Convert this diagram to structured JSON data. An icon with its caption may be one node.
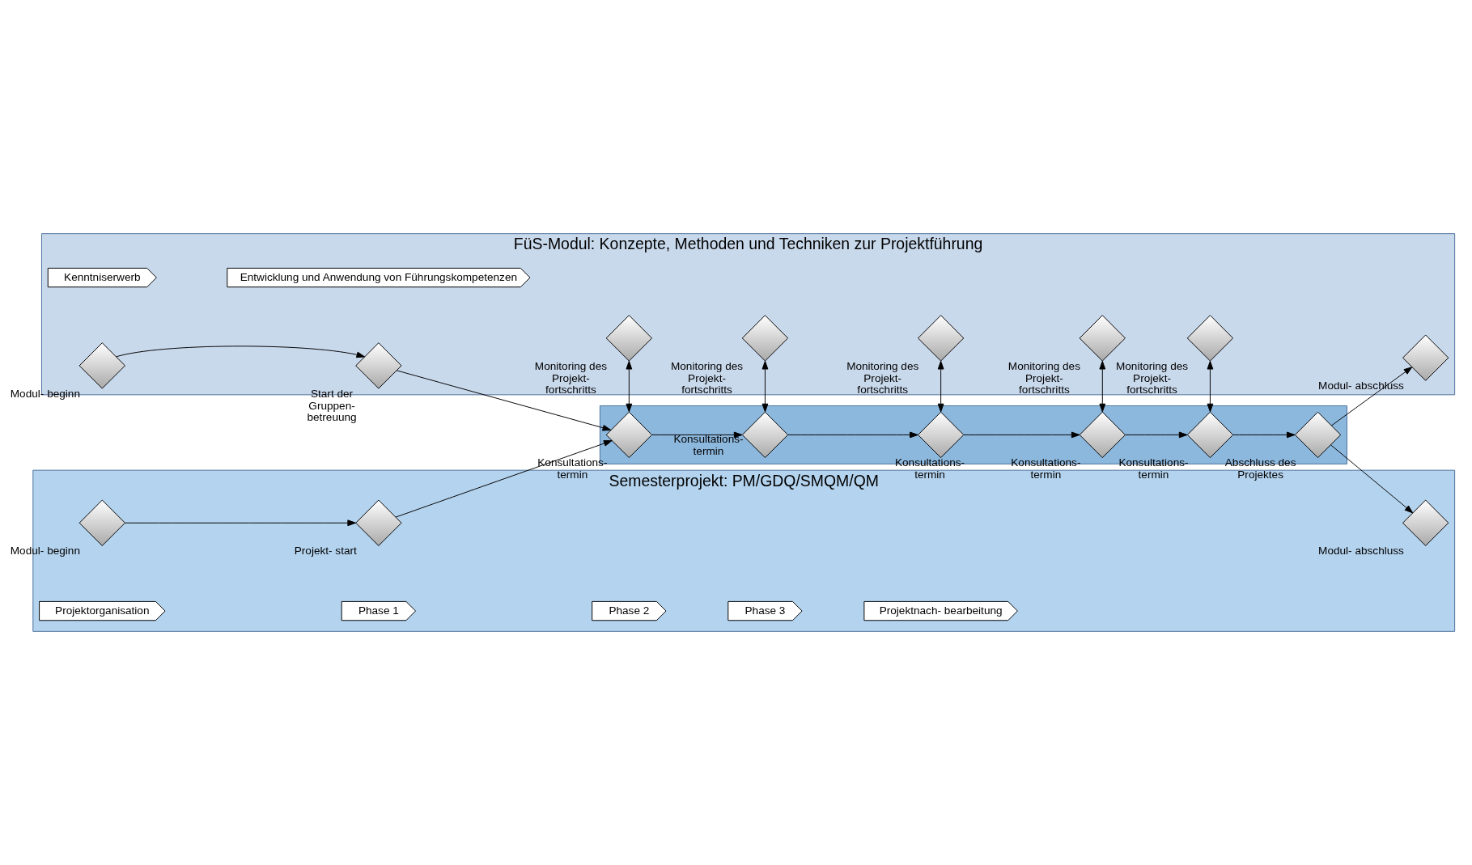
{
  "diagram": {
    "nodes": [
      {
        "text": [
          "FüS-Modul: Konzepte, Methoden und Techniken zur Projektführung"
        ]
      },
      {
        "text": [
          "Kenntniserwerb"
        ],
        "in": 0
      },
      {
        "text": [
          "Entwicklung und Anwendung von Führungskompetenzen"
        ],
        "in": 0
      },
      {
        "text": [],
        "shape": "diamond",
        "beside": [
          "Modul- beginn"
        ],
        "in": 0
      },
      {
        "text": [],
        "shape": "diamond",
        "beside": [
          "Start der Gruppen- betreuung"
        ],
        "in": 0
      },
      {
        "text": [],
        "shape": "diamond",
        "beside": [
          "Monitoring des Projekt- fortschritts"
        ],
        "in": 0
      },
      {
        "text": [],
        "shape": "diamond",
        "beside": [
          "Monitoring des Projekt- fortschritts"
        ],
        "in": 0
      },
      {
        "text": [],
        "shape": "diamond",
        "beside": [
          "Monitoring des Projekt- fortschritts"
        ],
        "in": 0
      },
      {
        "text": [],
        "shape": "diamond",
        "beside": [
          "Monitoring des Projekt- fortschritts"
        ],
        "in": 0
      },
      {
        "text": [],
        "shape": "diamond",
        "beside": [
          "Monitoring des Projekt- fortschritts"
        ],
        "in": 0
      },
      {
        "text": [],
        "shape": "diamond",
        "beside": [
          "Modul- abschluss"
        ],
        "in": 0
      },
      {
        "text": [],
        "shape": "box"
      },
      {
        "text": [],
        "shape": "diamond",
        "beside": [
          "Konsultations- termin"
        ],
        "in": 11
      },
      {
        "text": [],
        "shape": "diamond",
        "beside": [
          "Konsultations- termin"
        ],
        "in": 11
      },
      {
        "text": [],
        "shape": "diamond",
        "beside": [
          "Konsultations- termin"
        ],
        "in": 11
      },
      {
        "text": [],
        "shape": "diamond",
        "beside": [
          "Konsultations- termin"
        ],
        "in": 11
      },
      {
        "text": [],
        "shape": "diamond",
        "beside": [
          "Konsultations- termin"
        ],
        "in": 11
      },
      {
        "text": [],
        "shape": "diamond",
        "beside": [
          "Abschluss des Projektes"
        ],
        "in": 11
      },
      {
        "text": [
          "Semesterprojekt: PM/GDQ/SMQM/QM"
        ]
      },
      {
        "text": [],
        "shape": "diamond",
        "beside": [
          "Modul- beginn"
        ],
        "in": 18
      },
      {
        "text": [],
        "shape": "diamond",
        "beside": [
          "Projekt- start"
        ],
        "in": 18
      },
      {
        "text": [],
        "shape": "diamond",
        "beside": [
          "Modul- abschluss"
        ],
        "in": 18
      },
      {
        "text": [
          "Projektorganisation"
        ],
        "in": 18
      },
      {
        "text": [
          "Phase 1"
        ],
        "in": 18
      },
      {
        "text": [
          "Phase 2"
        ],
        "in": 18
      },
      {
        "text": [
          "Phase 3"
        ],
        "in": 18
      },
      {
        "text": [
          "Projektnach- bearbeitung"
        ],
        "in": 18
      }
    ],
    "edges": [
      {
        "from": 3,
        "to": 4,
        "arrow": "to"
      },
      {
        "from": 4,
        "to": 12,
        "arrow": "to"
      },
      {
        "from": 19,
        "to": 20,
        "arrow": "to"
      },
      {
        "from": 20,
        "to": 12,
        "arrow": "to"
      },
      {
        "from": 5,
        "to": 12,
        "arrow": "both"
      },
      {
        "from": 6,
        "to": 13,
        "arrow": "both"
      },
      {
        "from": 7,
        "to": 14,
        "arrow": "both"
      },
      {
        "from": 8,
        "to": 15,
        "arrow": "both"
      },
      {
        "from": 9,
        "to": 16,
        "arrow": "both"
      },
      {
        "from": 12,
        "to": 13,
        "arrow": "to"
      },
      {
        "from": 13,
        "to": 14,
        "arrow": "to"
      },
      {
        "from": 14,
        "to": 15,
        "arrow": "to"
      },
      {
        "from": 15,
        "to": 16,
        "arrow": "to"
      },
      {
        "from": 16,
        "to": 17,
        "arrow": "to"
      },
      {
        "from": 17,
        "to": 10,
        "arrow": "to"
      },
      {
        "from": 17,
        "to": 21,
        "arrow": "to"
      }
    ]
  }
}
